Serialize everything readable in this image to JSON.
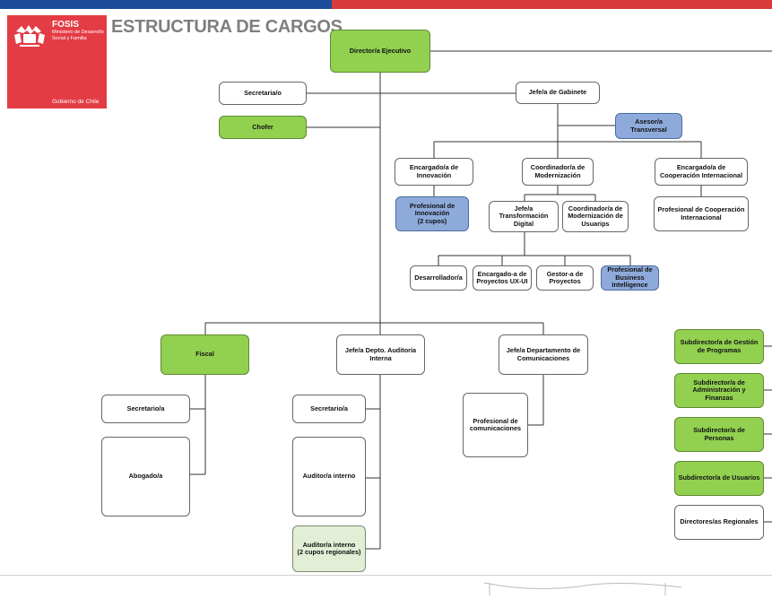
{
  "header": {
    "brand": "FOSIS",
    "ministry": "Ministerio de Desarrollo Social y Familia",
    "government": "Gobierno de Chile",
    "title": "ESTRUCTURA DE CARGOS"
  },
  "colors": {
    "green": "#92d050",
    "blue": "#8eaadb",
    "pale": "#e2eed6",
    "brand_red": "#e33c45",
    "brand_blue": "#1d4c9a"
  },
  "nodes": {
    "director": "Director/a Ejecutivo",
    "secretaria_top": "Secretaria/o",
    "jefe_gabinete": "Jefe/a de Gabinete",
    "chofer": "Chofer",
    "asesor": "Asesor/a\nTransversal",
    "enc_innovacion": "Encargado/a de\nInnovación",
    "coord_modernizacion": "Coordinador/a de\nModernización",
    "enc_cooperacion": "Encargado/a de\nCooperación Internacional",
    "prof_innovacion": "Profesional de\nInnovación\n(2 cupos)",
    "jefe_transformacion": "Jefe/a\nTransformación\nDigital",
    "coord_usuarios": "Coordinador/a de\nModernización de\nUsuarips",
    "prof_cooperacion": "Profesional de Cooperación\nInternacional",
    "desarrollador": "Desarrollador/a",
    "enc_ux": "Encargado-a de\nProyectos UX-UI",
    "gestor": "Gestor-a de\nProyectos",
    "prof_bi": "Profesional de\nBusiness\nIntelligence",
    "fiscal": "Fiscal",
    "jefe_auditoria": "Jefe/a Depto. Auditoría\nInterna",
    "jefe_comunicaciones": "Jefe/a Departamento de\nComunicaciones",
    "secretario_fiscal": "Secretario/a",
    "abogado": "Abogado/a",
    "secretario_auditoria": "Secretario/a",
    "auditor_interno": "Auditor/a  interno",
    "auditor_regional": "Auditor/a  interno\n(2 cupos regionales)",
    "prof_comunicaciones": "Profesional de\ncomunicaciones",
    "sub_gestion": "Subdirector/a de Gestión\nde Programas",
    "sub_administracion": "Subdirector/a de\nAdministración y Finanzas",
    "sub_personas": "Subdirector/a de Personas",
    "sub_usuarios": "Subdirector/a de Usuarios",
    "directores_regionales": "Directores/as Regionales"
  }
}
